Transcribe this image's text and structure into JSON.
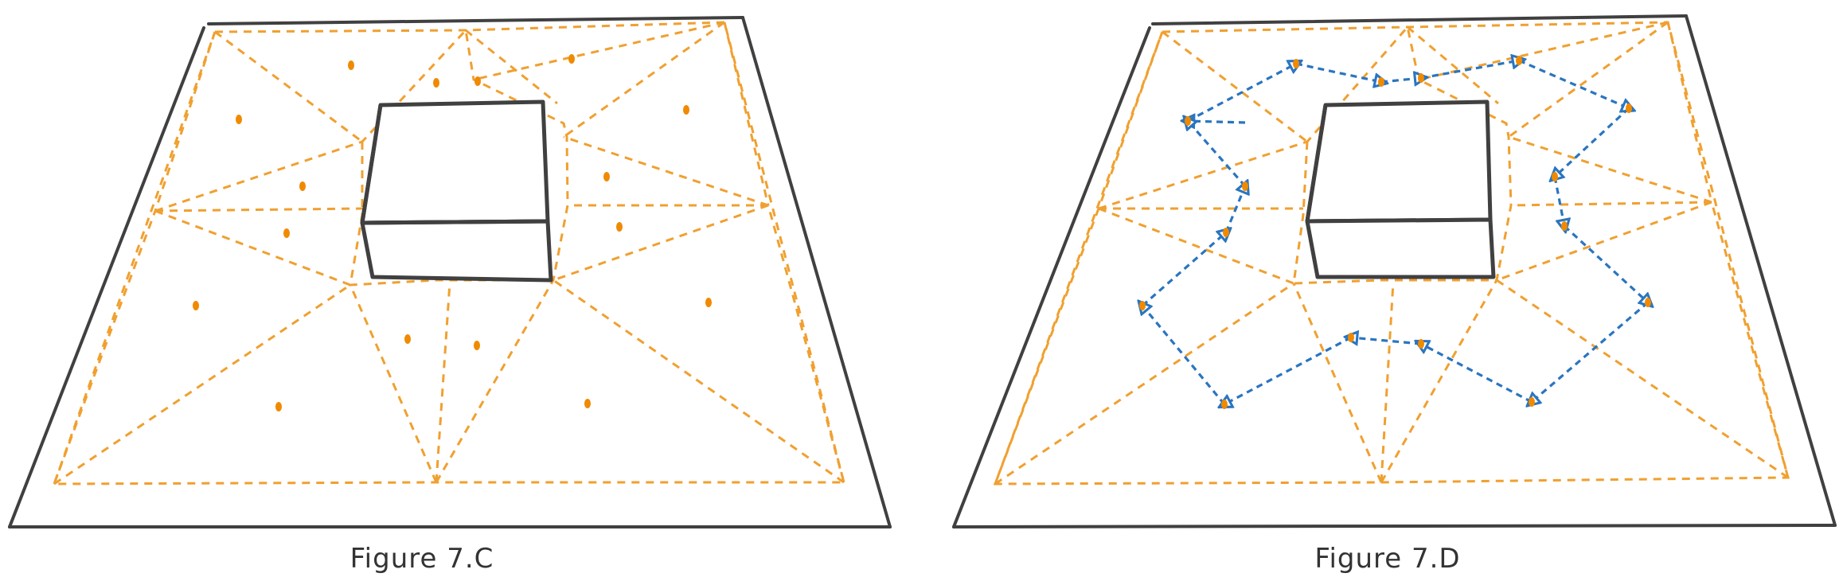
{
  "figures": [
    {
      "caption": "Figure 7.C",
      "has_waypoint_path": false
    },
    {
      "caption": "Figure 7.D",
      "has_waypoint_path": true
    }
  ],
  "colors": {
    "outline": "#404040",
    "mesh": "#f0a030",
    "waypoint": "#f08a00",
    "path": "#2a75c0"
  },
  "icons": {
    "waypoint": "orange-dot",
    "path_arrow": "blue-triangle-arrowhead"
  }
}
